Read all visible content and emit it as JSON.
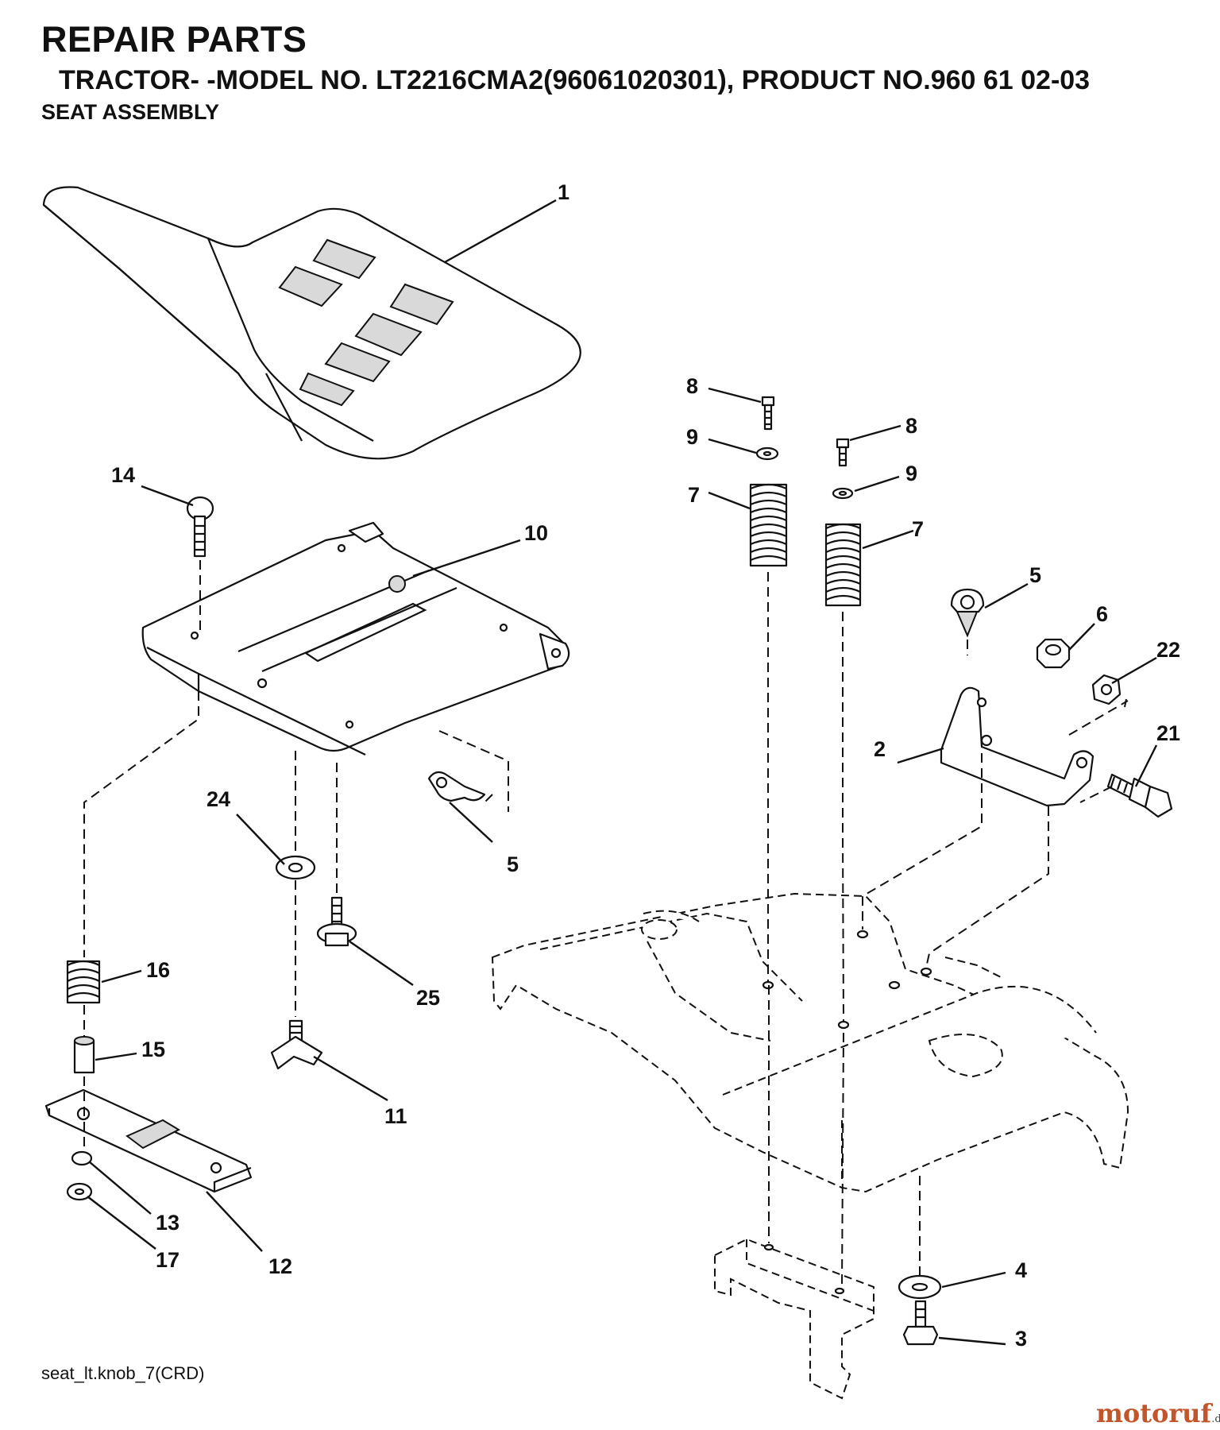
{
  "header": {
    "title": "REPAIR PARTS",
    "subtitle": "TRACTOR- -MODEL NO. LT2216CMA2(96061020301), PRODUCT NO.960 61 02-03",
    "section": "SEAT ASSEMBLY"
  },
  "footer": {
    "drawing_code": "seat_lt.knob_7(CRD)",
    "watermark_main": "motoruf",
    "watermark_suffix": ".de"
  },
  "callouts": {
    "seat": "1",
    "bracket_2": "2",
    "bolt_3": "3",
    "washer_4": "4",
    "clip_5_right": "5",
    "clip_5_left": "5",
    "nut_6": "6",
    "spring_7_left": "7",
    "spring_7_right": "7",
    "bolt_8_left": "8",
    "bolt_8_right": "8",
    "washer_9_left": "9",
    "washer_9_right": "9",
    "seat_pan_10": "10",
    "knob_11": "11",
    "slide_plate_12": "12",
    "nut_13": "13",
    "carriage_bolt_14": "14",
    "spacer_15": "15",
    "spring_16": "16",
    "nut_17": "17",
    "bolt_21": "21",
    "nut_22": "22",
    "washer_24": "24",
    "bolt_25": "25"
  },
  "colors": {
    "line": "#111111",
    "background": "#ffffff",
    "watermark": "#c2562a"
  }
}
